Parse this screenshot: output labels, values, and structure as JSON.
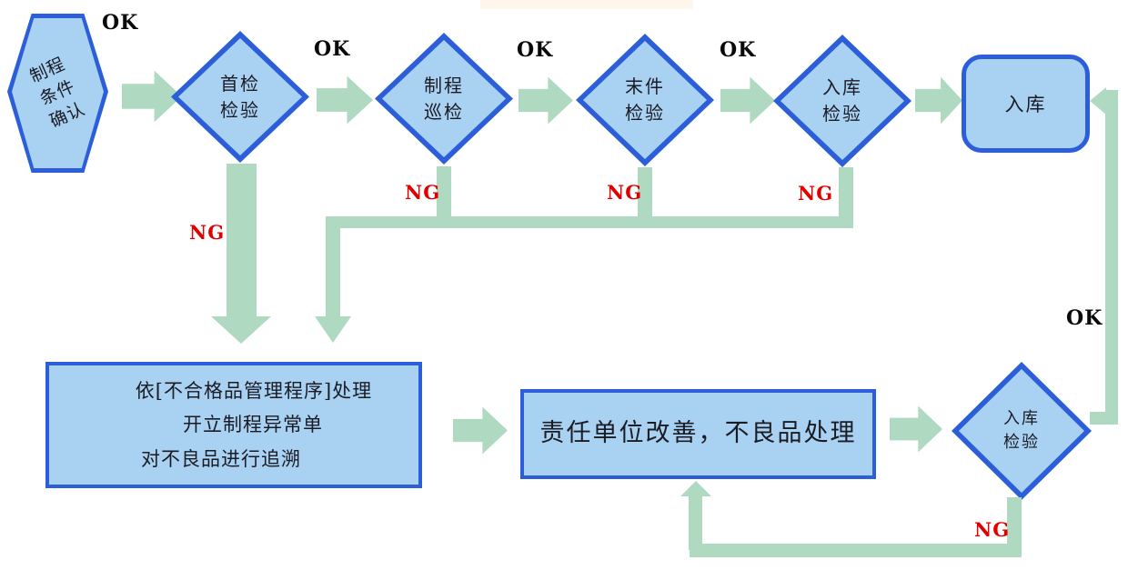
{
  "colors": {
    "shape_fill": "#A8D1F2",
    "shape_border": "#2B5ED8",
    "arrow_green": "#AFD9C0",
    "ok_text": "#0A0A0A",
    "ng_text": "#E10000",
    "node_text": "#1B1B24",
    "canvas_bg": "#FFFFFF"
  },
  "labels": {
    "ok": "OK",
    "ng": "NG"
  },
  "nodes": {
    "process_condition_confirm": {
      "shape": "hexagon",
      "lines": [
        "制程",
        "条件",
        "确认"
      ]
    },
    "first_article_inspection": {
      "shape": "diamond",
      "lines": [
        "首检",
        "检验"
      ]
    },
    "process_patrol_inspection": {
      "shape": "diamond",
      "lines": [
        "制程",
        "巡检"
      ]
    },
    "last_article_inspection": {
      "shape": "diamond",
      "lines": [
        "末件",
        "检验"
      ]
    },
    "warehousing_inspection": {
      "shape": "diamond",
      "lines": [
        "入库",
        "检验"
      ]
    },
    "warehousing": {
      "shape": "rounded-rect",
      "label": "入库"
    },
    "nonconforming_handling": {
      "shape": "rect",
      "lines": [
        "依[不合格品管理程序]处理",
        "开立制程异常单",
        "对不良品进行追溯"
      ]
    },
    "responsible_unit_improvement": {
      "shape": "rect",
      "label": "责任单位改善，不良品处理"
    },
    "warehousing_reinspection": {
      "shape": "diamond",
      "lines": [
        "入库",
        "检验"
      ]
    }
  }
}
